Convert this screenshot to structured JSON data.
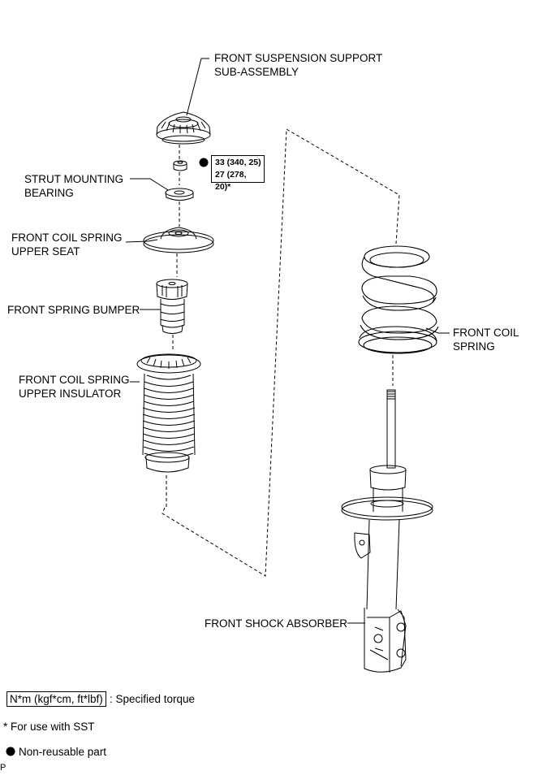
{
  "labels": {
    "support": [
      "FRONT SUSPENSION SUPPORT",
      "SUB-ASSEMBLY"
    ],
    "bearing": [
      "STRUT MOUNTING",
      "BEARING"
    ],
    "upper_seat": [
      "FRONT COIL SPRING",
      "UPPER SEAT"
    ],
    "bumper": "FRONT SPRING BUMPER",
    "insulator": [
      "FRONT COIL SPRING",
      "UPPER INSULATOR"
    ],
    "coil_spring": [
      "FRONT COIL",
      "SPRING"
    ],
    "shock_absorber": "FRONT SHOCK ABSORBER"
  },
  "torque": {
    "line1": "33 (340, 25)",
    "line2": "27 (278, 20)*"
  },
  "legend": {
    "torque_unit": "N*m (kgf*cm, ft*lbf)",
    "torque_desc": ": Specified torque",
    "sst_note": "* For use with SST",
    "non_reusable": "Non-reusable part"
  },
  "corner_mark": "P"
}
